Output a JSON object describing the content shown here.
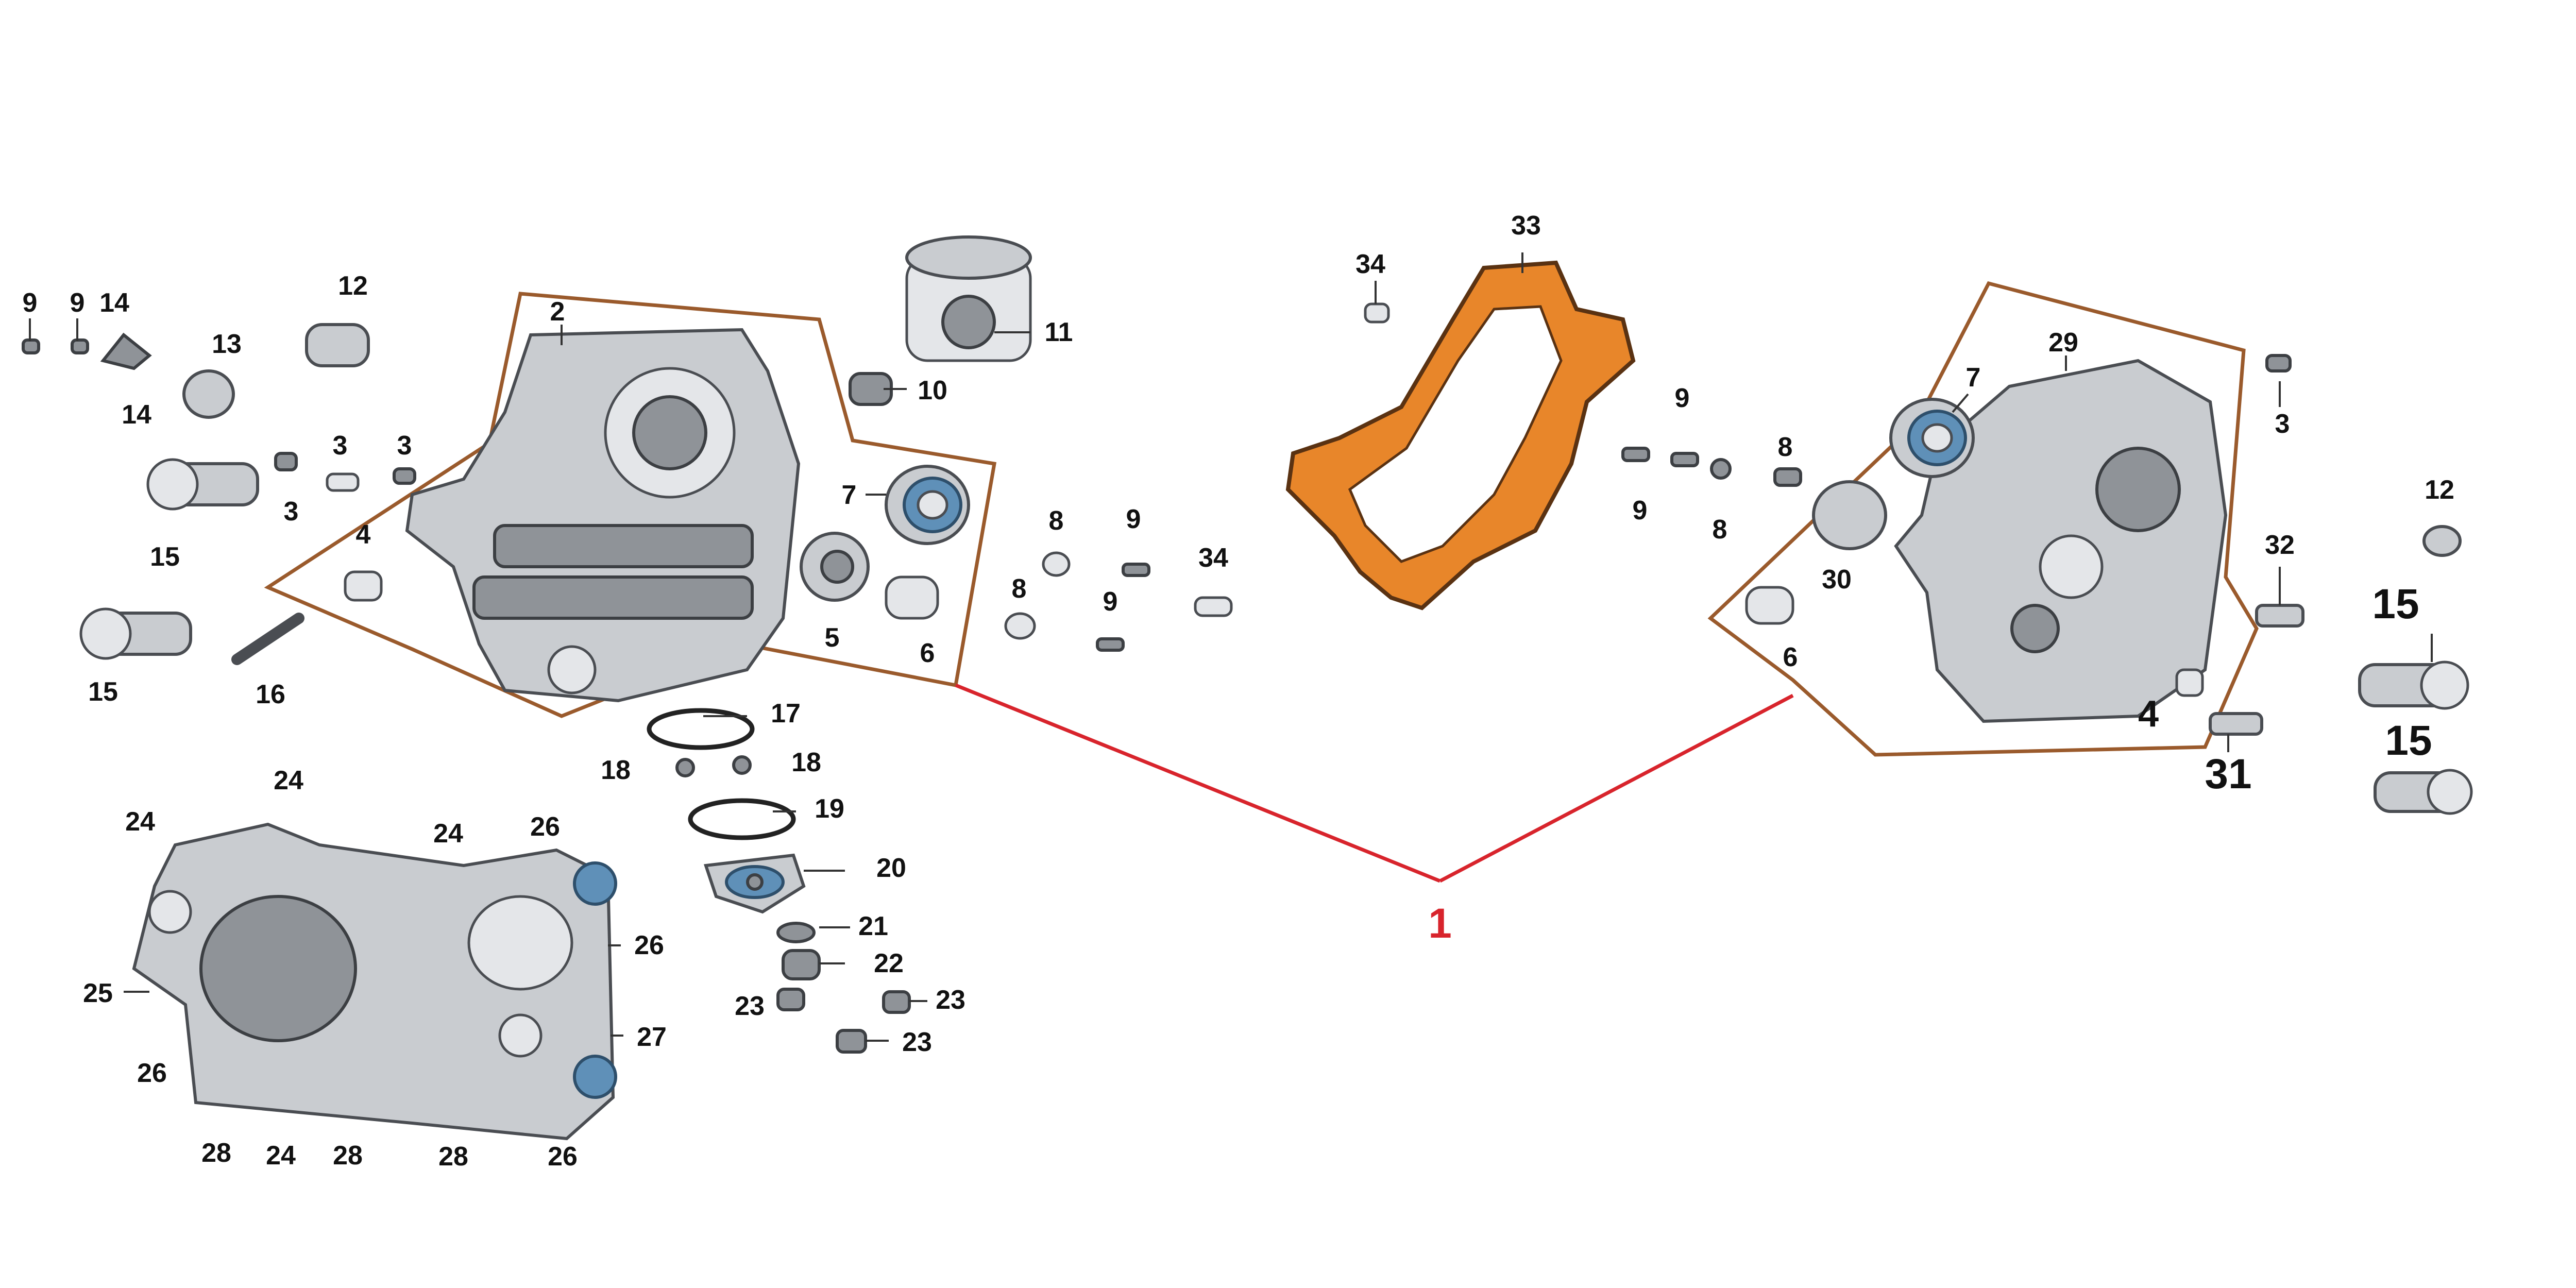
{
  "colors": {
    "background": "#ffffff",
    "metal": "#c9ccd0",
    "gasket": "#e8862a",
    "seal_blue": "#5f90b8",
    "bracket_brown": "#9a5a2c",
    "assembly_red": "#d8242c",
    "label_text": "#111111"
  },
  "assembly_label": "1",
  "callouts": [
    "9",
    "9",
    "14",
    "14",
    "13",
    "12",
    "2",
    "11",
    "10",
    "3",
    "3",
    "3",
    "7",
    "15",
    "4",
    "5",
    "6",
    "15",
    "16",
    "8",
    "9",
    "34",
    "8",
    "9",
    "17",
    "18",
    "18",
    "19",
    "20",
    "21",
    "22",
    "23",
    "23",
    "23",
    "24",
    "24",
    "24",
    "26",
    "26",
    "25",
    "26",
    "27",
    "28",
    "24",
    "28",
    "28",
    "26",
    "34",
    "33",
    "9",
    "9",
    "8",
    "8",
    "29",
    "7",
    "3",
    "30",
    "6",
    "12",
    "32",
    "15",
    "4",
    "31",
    "15"
  ]
}
